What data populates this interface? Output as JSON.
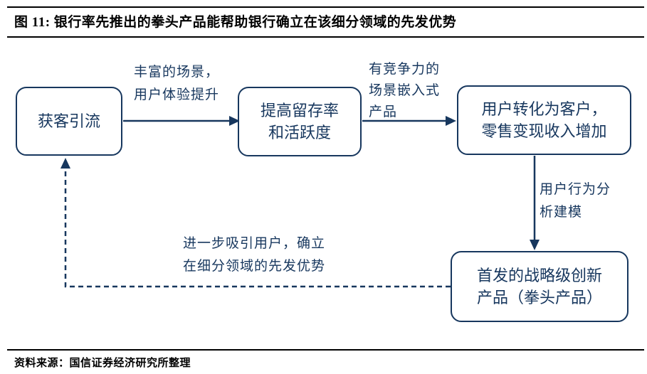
{
  "figure": {
    "title": "图 11: 银行率先推出的拳头产品能帮助银行确立在该细分领域的先发优势",
    "source": "资料来源：国信证券经济研究所整理"
  },
  "colors": {
    "accent_navy": "#17375E",
    "rule_black": "#000000"
  },
  "diagram": {
    "nodes": [
      {
        "id": "acquire",
        "text": "获客引流"
      },
      {
        "id": "retention",
        "text": "提高留存率\n和活跃度"
      },
      {
        "id": "convert",
        "text": "用户转化为客户，\n零售变现收入增加"
      },
      {
        "id": "product",
        "text": "首发的战略级创新\n产品（拳头产品）"
      }
    ],
    "edge_labels": [
      {
        "id": "scene",
        "text": "丰富的场景，\n用户体验提升"
      },
      {
        "id": "embed",
        "text": "有竞争力的\n场景嵌入式\n产品"
      },
      {
        "id": "model",
        "text": "用户行为分\n析建模"
      },
      {
        "id": "attract",
        "text": "进一步吸引用户，确立\n在细分领域的先发优势"
      }
    ]
  }
}
